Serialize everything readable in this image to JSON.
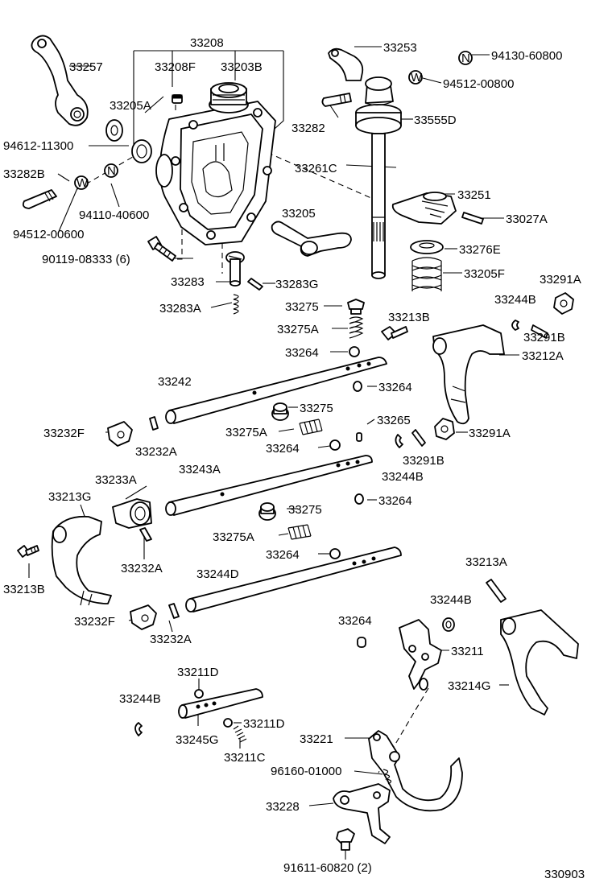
{
  "diagram_id": "330903",
  "markers": {
    "n": "N",
    "w": "W"
  },
  "labels": {
    "p33208": "33208",
    "p33257": "33257",
    "p33208f": "33208F",
    "p33203b": "33203B",
    "p33205a": "33205A",
    "p94612": "94612-11300",
    "p33282b": "33282B",
    "p94110": "94110-40600",
    "p94512a": "94512-00600",
    "p90119": "90119-08333 (6)",
    "p33283": "33283",
    "p33283g": "33283G",
    "p33283a": "33283A",
    "p33205": "33205",
    "p33253": "33253",
    "p94130": "94130-60800",
    "p94512b": "94512-00800",
    "p33282": "33282",
    "p33555d": "33555D",
    "p33261c": "33261C",
    "p33251": "33251",
    "p33027a": "33027A",
    "p33276e": "33276E",
    "p33205f": "33205F",
    "p33291a_1": "33291A",
    "p33275_1": "33275",
    "p33213b_1": "33213B",
    "p33244b_1": "33244B",
    "p33275a_1": "33275A",
    "p33291b_1": "33291B",
    "p33264_1": "33264",
    "p33212a": "33212A",
    "p33242": "33242",
    "p33264_2": "33264",
    "p33275_2": "33275",
    "p33232f_1": "33232F",
    "p33275a_2": "33275A",
    "p33265": "33265",
    "p33291a_2": "33291A",
    "p33232a_1": "33232A",
    "p33264_3": "33264",
    "p33291b_2": "33291B",
    "p33244b_2": "33244B",
    "p33243a": "33243A",
    "p33233a": "33233A",
    "p33213g": "33213G",
    "p33264_4": "33264",
    "p33275_3": "33275",
    "p33275a_3": "33275A",
    "p33264_5": "33264",
    "p33213a": "33213A",
    "p33213b_2": "33213B",
    "p33232a_2": "33232A",
    "p33244d": "33244D",
    "p33244b_3": "33244B",
    "p33232f_2": "33232F",
    "p33232a_3": "33232A",
    "p33264_6": "33264",
    "p33211": "33211",
    "p33214g": "33214G",
    "p33211d_1": "33211D",
    "p33244b_4": "33244B",
    "p33211d_2": "33211D",
    "p33245g": "33245G",
    "p33221": "33221",
    "p33211c": "33211C",
    "p96160": "96160-01000",
    "p33228": "33228",
    "p91611": "91611-60820 (2)"
  }
}
